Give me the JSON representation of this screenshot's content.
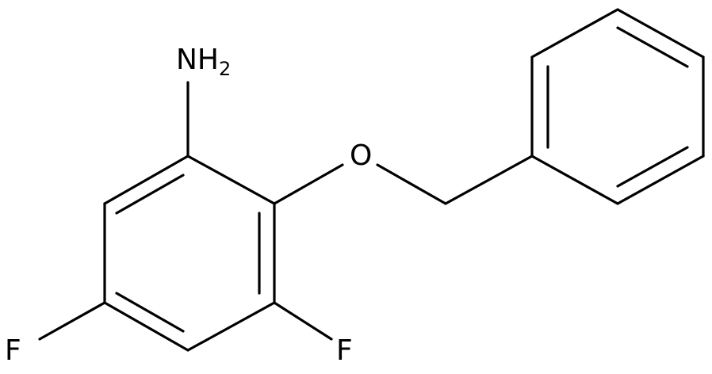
{
  "molecule": {
    "atoms": {
      "amine": "NH",
      "amine_subscript": "2",
      "ether_oxygen": "O",
      "fluorine_1": "F",
      "fluorine_2": "F"
    }
  }
}
